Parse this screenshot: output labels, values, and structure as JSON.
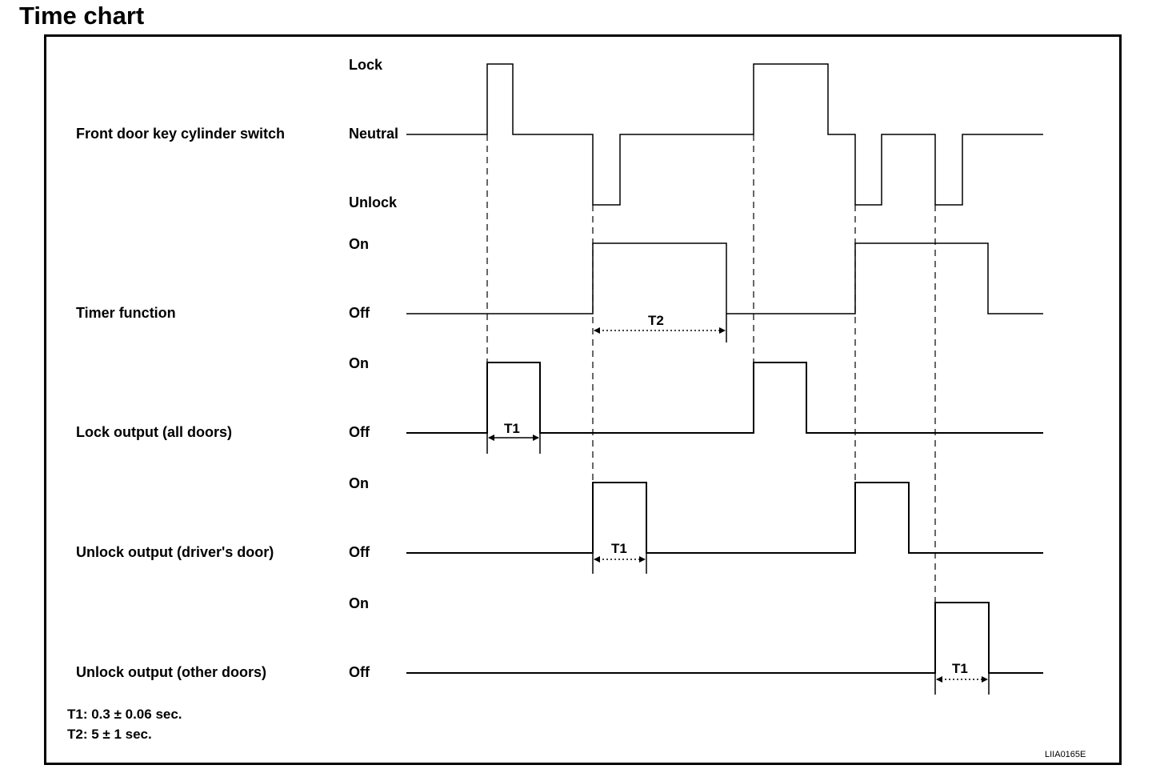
{
  "title": "Time chart",
  "signals": [
    {
      "name": "Front door key cylinder switch",
      "states": [
        "Lock",
        "Neutral",
        "Unlock"
      ]
    },
    {
      "name": "Timer function",
      "states": [
        "On",
        "Off"
      ]
    },
    {
      "name": "Lock output (all doors)",
      "states": [
        "On",
        "Off"
      ]
    },
    {
      "name": "Unlock output (driver's door)",
      "states": [
        "On",
        "Off"
      ]
    },
    {
      "name": "Unlock output (other doors)",
      "states": [
        "On",
        "Off"
      ]
    }
  ],
  "markers": {
    "t2": "T2",
    "t1_lock": "T1",
    "t1_driver": "T1",
    "t1_other": "T1"
  },
  "notes": {
    "t1": "T1: 0.3 ± 0.06 sec.",
    "t2": "T2: 5 ± 1 sec."
  },
  "figure_id": "LIIA0165E"
}
